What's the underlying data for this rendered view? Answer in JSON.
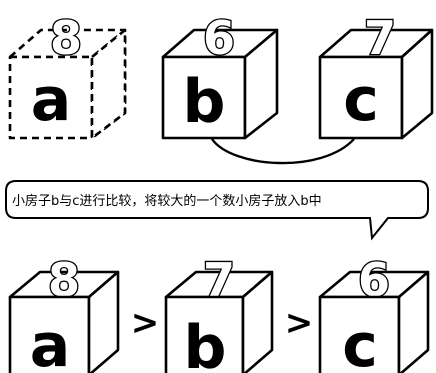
{
  "top_row": {
    "boxes": [
      {
        "letter": "a",
        "digit": "8",
        "style": "dashed"
      },
      {
        "letter": "b",
        "digit": "6",
        "style": "solid"
      },
      {
        "letter": "c",
        "digit": "7",
        "style": "solid"
      }
    ]
  },
  "caption": "小房子b与c进行比较，将较大的一个数小房子放入b中",
  "bottom_row": {
    "boxes": [
      {
        "letter": "a",
        "digit": "8",
        "style": "solid"
      },
      {
        "letter": "b",
        "digit": "7",
        "style": "solid"
      },
      {
        "letter": "c",
        "digit": "6",
        "style": "solid"
      }
    ],
    "operators": [
      ">",
      ">"
    ]
  }
}
